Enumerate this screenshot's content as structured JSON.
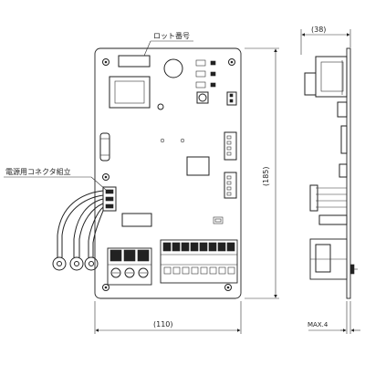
{
  "labels": {
    "lot_number": "ロット番号",
    "power_connector": "電源用コネクタ組立"
  },
  "dimensions": {
    "width": "(110)",
    "height": "(185)",
    "depth": "(38)",
    "thickness": "MAX.4"
  }
}
